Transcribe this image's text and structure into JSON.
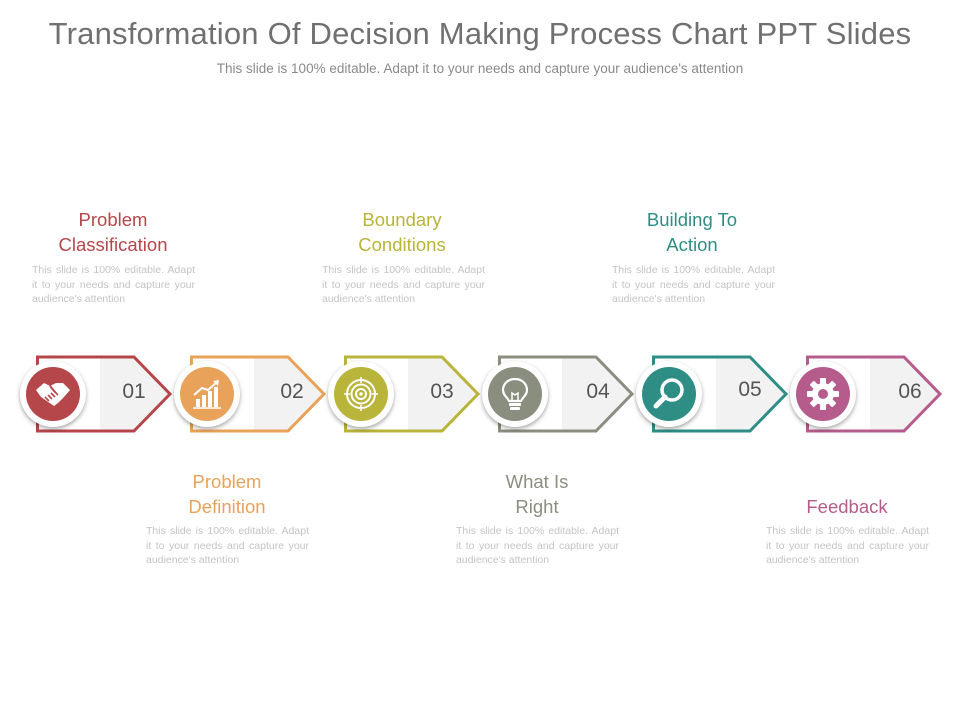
{
  "header": {
    "title": "Transformation Of  Decision Making Process Chart PPT Slides",
    "subtitle": "This slide is 100% editable. Adapt it to your needs and capture your audience's attention"
  },
  "steps": [
    {
      "number": "01",
      "label_line1": "Problem",
      "label_line2": "Classification",
      "description": "This slide is 100% editable. Adapt it to your needs and capture your audience's attention",
      "color": "#b5464a",
      "icon": "handshake-icon"
    },
    {
      "number": "02",
      "label_line1": "Problem",
      "label_line2": "Definition",
      "description": "This slide is 100% editable. Adapt it to your needs and capture your audience's attention",
      "color": "#e8a25a",
      "icon": "growth-chart-icon"
    },
    {
      "number": "03",
      "label_line1": "Boundary",
      "label_line2": "Conditions",
      "description": "This slide is 100% editable. Adapt it to your needs and capture your audience's attention",
      "color": "#b9b43a",
      "icon": "target-icon"
    },
    {
      "number": "04",
      "label_line1": "What Is",
      "label_line2": "Right",
      "description": "This slide is 100% editable. Adapt it to your needs and capture your audience's attention",
      "color": "#8a8e7f",
      "icon": "lightbulb-icon"
    },
    {
      "number": "05",
      "label_line1": "Building To",
      "label_line2": "Action",
      "description": "This slide is 100% editable. Adapt it to your needs and capture your audience's attention",
      "color": "#2e8e86",
      "icon": "magnifier-icon"
    },
    {
      "number": "06",
      "label_line1": "",
      "label_line2": "Feedback",
      "description": "This slide is 100% editable. Adapt it to your needs and capture your audience's attention",
      "color": "#b55c8c",
      "icon": "gear-icon"
    }
  ]
}
